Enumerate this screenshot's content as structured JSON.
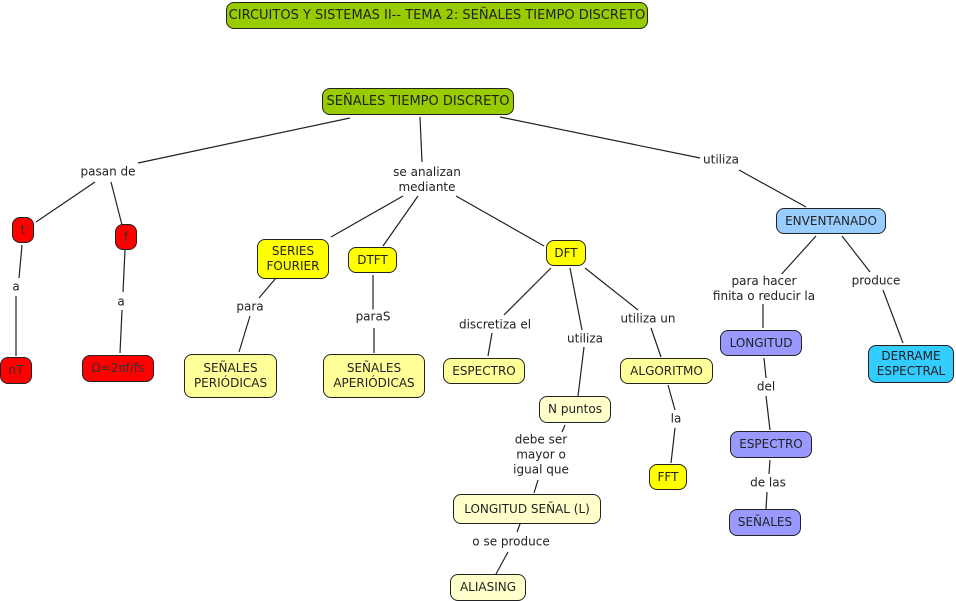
{
  "title": "CIRCUITOS Y SISTEMAS II-- TEMA 2: SEÑALES TIEMPO DISCRETO",
  "colors": {
    "title": "#99cc00",
    "root": "#99cc00",
    "red": "#ff0000",
    "yellow": "#ffff00",
    "pale_yellow": "#ffff99",
    "cream": "#ffffcc",
    "light_blue": "#99ccff",
    "lavender": "#9999ff",
    "cyan": "#33ccff"
  },
  "nodes": {
    "root": "SEÑALES TIEMPO DISCRETO",
    "t": "t",
    "f": "f",
    "nT": "nT",
    "omega": "Ω=2πf/fs",
    "series_fourier": "SERIES\nFOURIER",
    "dtft": "DTFT",
    "dft": "DFT",
    "senales_periodicas": "SEÑALES\nPERIÓDICAS",
    "senales_aperiodicas": "SEÑALES\nAPERIÓDICAS",
    "espectro_dft": "ESPECTRO",
    "n_puntos": "N puntos",
    "algoritmo": "ALGORITMO",
    "fft": "FFT",
    "longitud_senal": "LONGITUD SEÑAL (L)",
    "aliasing": "ALIASING",
    "enventanado": "ENVENTANADO",
    "longitud": "LONGITUD",
    "espectro_ventana": "ESPECTRO",
    "senales": "SEÑALES",
    "derrame": "DERRAME\nESPECTRAL"
  },
  "links": {
    "pasan_de": "pasan de",
    "se_analizan": "se analizan\nmediante",
    "utiliza_root": "utiliza",
    "a_t": "a",
    "a_f": "a",
    "para": "para",
    "paras": "paraS",
    "discretiza": "discretiza el",
    "utiliza_dft": "utiliza",
    "utiliza_un": "utiliza un",
    "la": "la",
    "debe_ser": "debe ser\nmayor o\nigual que",
    "o_se_produce": "o se produce",
    "para_hacer": "para hacer\nfinita o reducir la",
    "produce": "produce",
    "del": "del",
    "de_las": "de las"
  }
}
